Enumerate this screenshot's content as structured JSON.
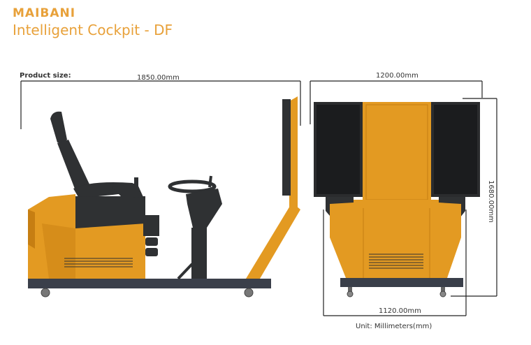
{
  "header": {
    "brand": "MAIBANI",
    "title": "Intelligent Cockpit - DF"
  },
  "side_view": {
    "product_size_label": "Product size:",
    "length": "1850.00mm"
  },
  "front_view": {
    "width_top": "1200.00mm",
    "height": "1680.00mm",
    "width_base": "1120.00mm"
  },
  "footer": {
    "unit": "Unit: Millimeters(mm)"
  },
  "colors": {
    "accent": "#e8a13a",
    "body_orange": "#e39a22",
    "dark": "#2f3133",
    "base": "#3a3f4a"
  }
}
